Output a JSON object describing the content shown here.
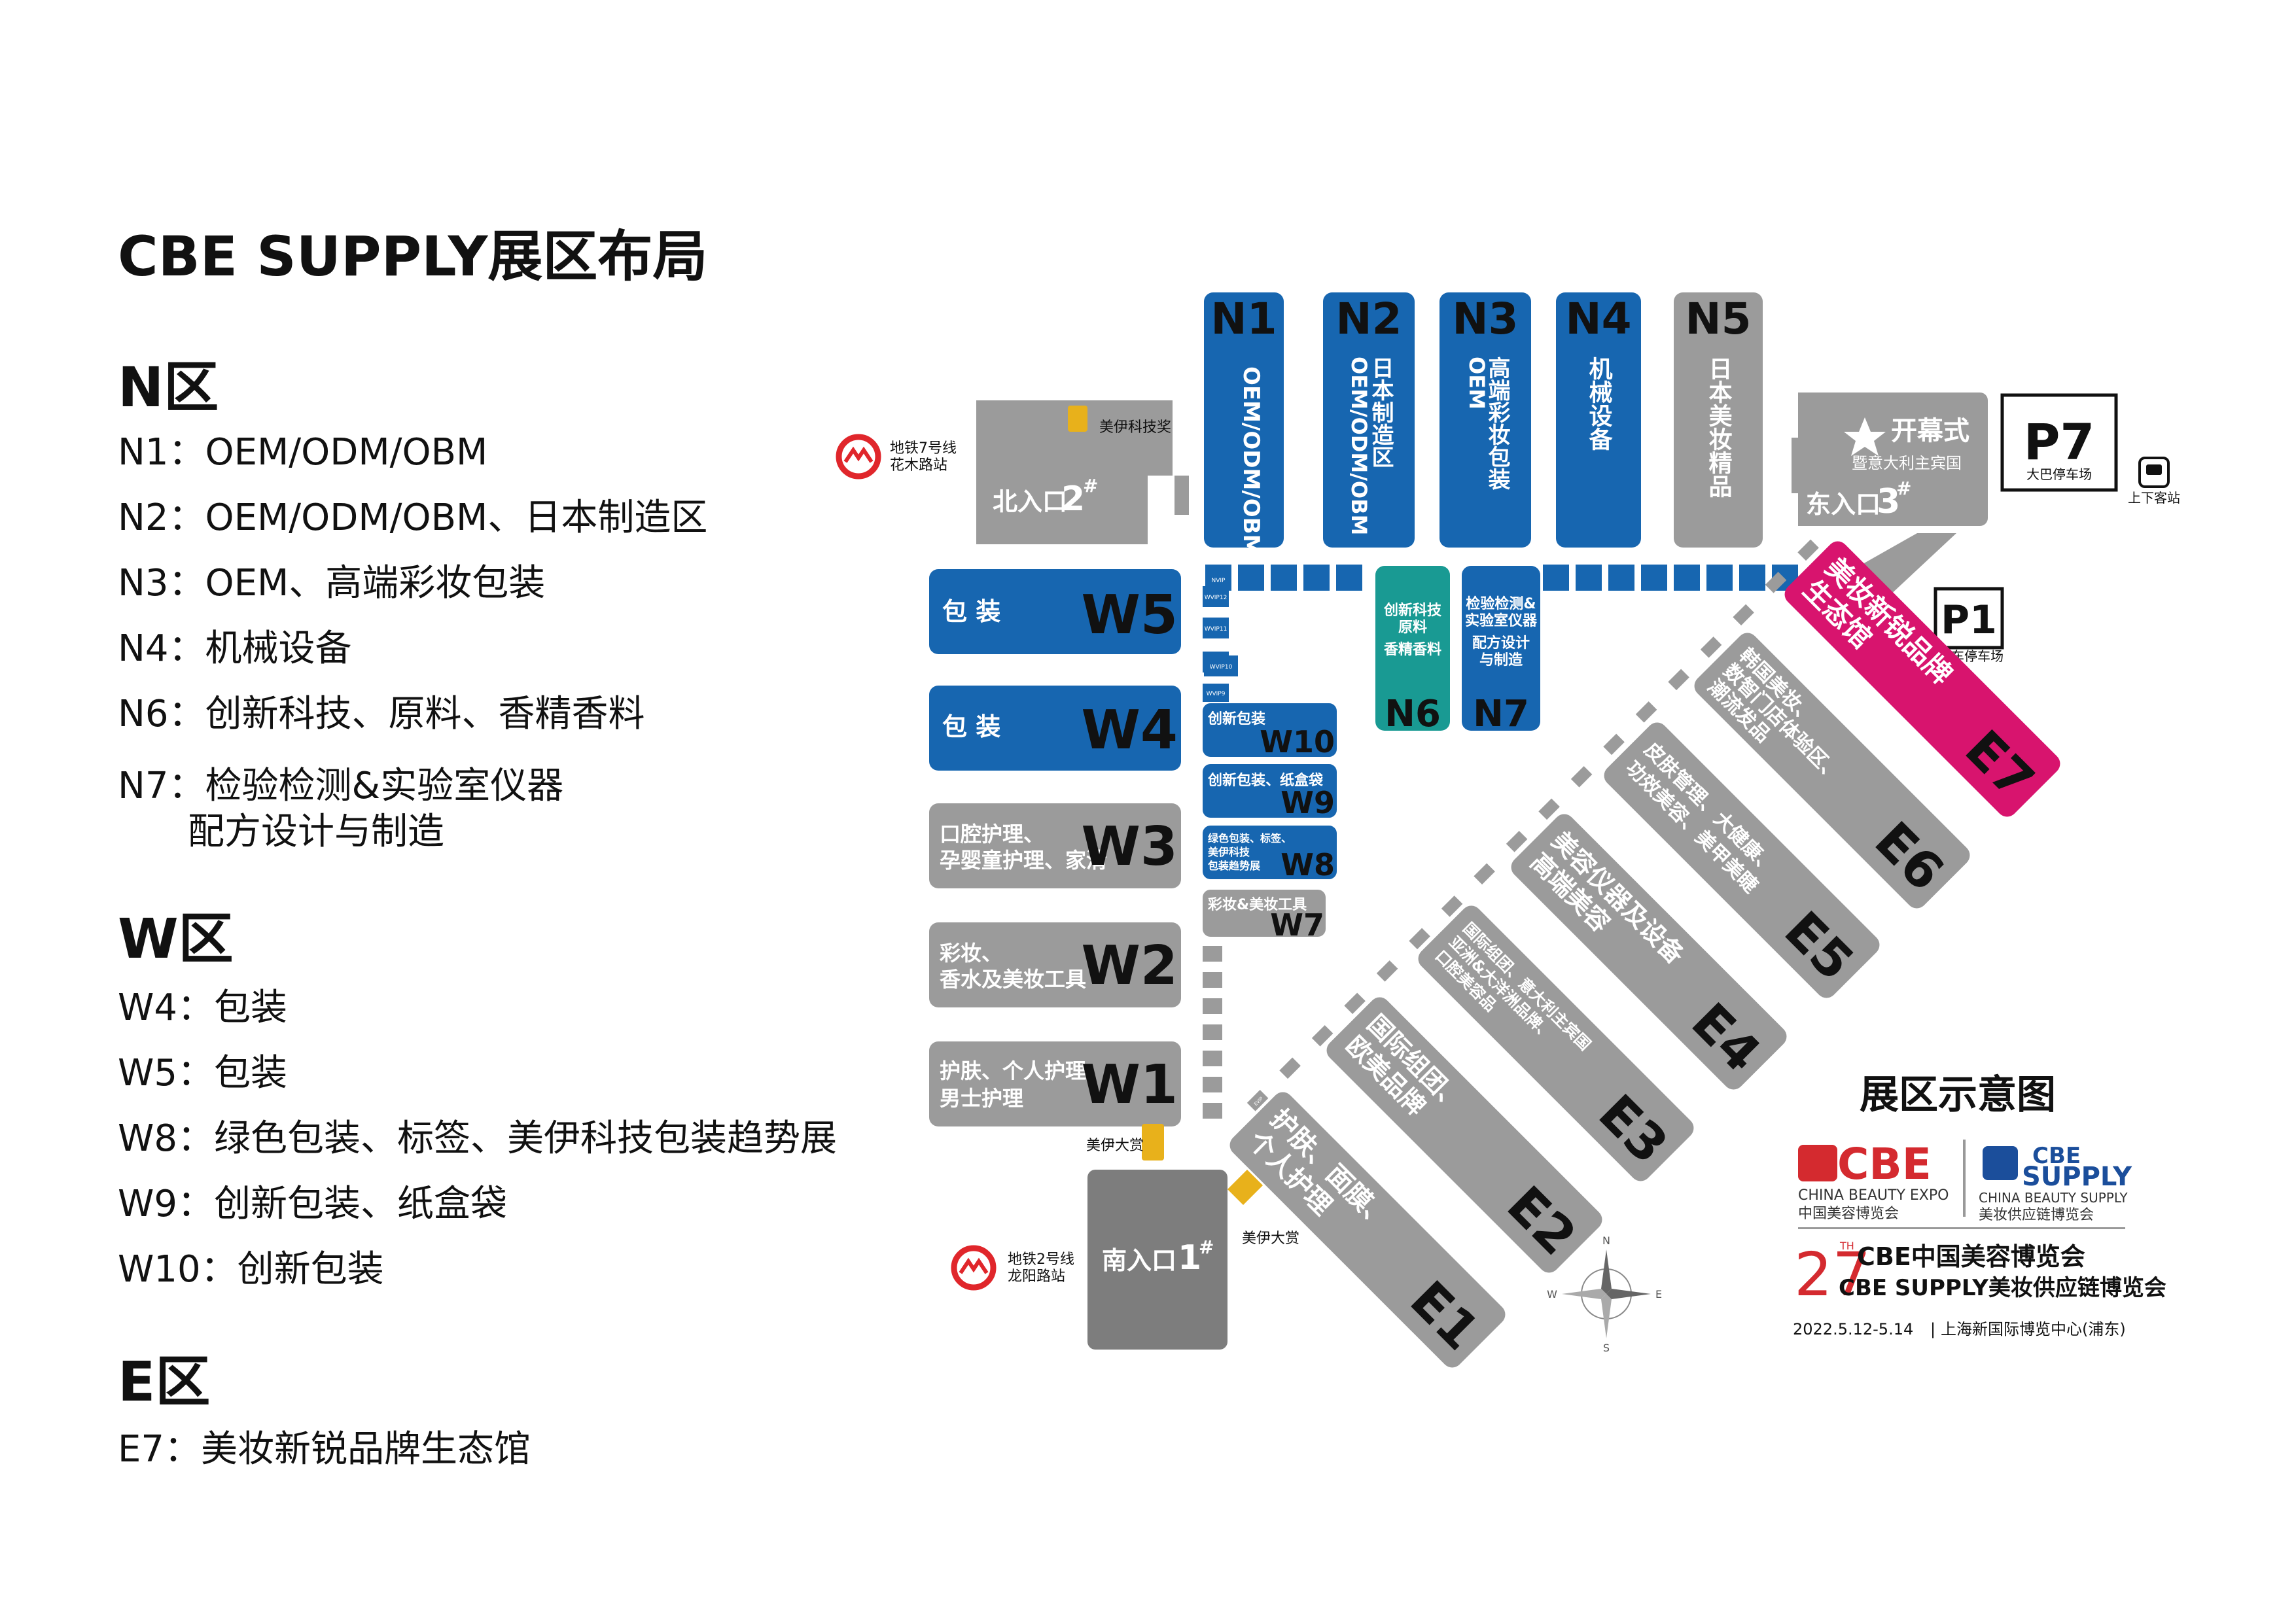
{
  "legend": {
    "title": "CBE SUPPLY展区布局",
    "n_head": "N区",
    "n_items": [
      "N1：OEM/ODM/OBM",
      "N2：OEM/ODM/OBM、日本制造区",
      "N3：OEM、高端彩妆包装",
      "N4：机械设备",
      "N6：创新科技、原料、香精香料",
      "N7：检验检测&实验室仪器"
    ],
    "n7_cont": "配方设计与制造",
    "w_head": "W区",
    "w_items": [
      "W4：包装",
      "W5：包装",
      "W8：绿色包装、标签、美伊科技包装趋势展",
      "W9：创新包装、纸盒袋",
      "W10：创新包装"
    ],
    "e_head": "E区",
    "e_items": [
      "E7：美妆新锐品牌生态馆"
    ]
  },
  "colors": {
    "blue": "#1766b0",
    "gray": "#9b9b9b",
    "dark_gray": "#7d7d7d",
    "teal": "#199a93",
    "magenta": "#d8146e",
    "gold": "#e8b11b",
    "red": "#e0262b",
    "cbe_red": "#d42a2f",
    "supply_blue": "#1b4e9b"
  },
  "halls": {
    "N1": {
      "code": "N1",
      "desc": "OEM/ODM/OBM"
    },
    "N2": {
      "code": "N2",
      "desc1": "日本制造区",
      "desc2": "OEM/ODM/OBM"
    },
    "N3": {
      "code": "N3",
      "desc1": "高端彩妆包装",
      "desc2": "OEM"
    },
    "N4": {
      "code": "N4",
      "desc": "机械设备"
    },
    "N5": {
      "code": "N5",
      "desc": "日本美妆精品"
    },
    "N6": {
      "code": "N6",
      "l1": "创新科技",
      "l2": "原料",
      "l3": "香精香料"
    },
    "N7": {
      "code": "N7",
      "l1": "检验检测&",
      "l2": "实验室仪器",
      "l3": "配方设计",
      "l4": "与制造"
    },
    "W5": {
      "code": "W5",
      "desc": "包 装"
    },
    "W4": {
      "code": "W4",
      "desc": "包 装"
    },
    "W3": {
      "code": "W3",
      "l1": "口腔护理、",
      "l2": "孕婴童护理、家清"
    },
    "W2": {
      "code": "W2",
      "l1": "彩妆、",
      "l2": "香水及美妆工具"
    },
    "W1": {
      "code": "W1",
      "l1": "护肤、个人护理",
      "l2": "男士护理"
    },
    "W10": {
      "code": "W10",
      "desc": "创新包装"
    },
    "W9": {
      "code": "W9",
      "desc": "创新包装、纸盒袋"
    },
    "W8": {
      "code": "W8",
      "l1": "绿色包装、标签、",
      "l2": "美伊科技",
      "l3": "包装趋势展"
    },
    "W7": {
      "code": "W7",
      "desc": "彩妆&美妆工具"
    },
    "E1": {
      "code": "E1",
      "l1": "护肤、面膜、",
      "l2": "个人护理"
    },
    "E2": {
      "code": "E2",
      "l1": "国际组团、",
      "l2": "欧美品牌"
    },
    "E3": {
      "code": "E3",
      "l1": "国际组团、意大利主宾国",
      "l2": "亚洲&大洋洲品牌、",
      "l3": "口腔美容品"
    },
    "E4": {
      "code": "E4",
      "l1": "美容仪器及设备",
      "l2": "高端美容"
    },
    "E5": {
      "code": "E5",
      "l1": "皮肤管理、大健康、",
      "l2": "功效美容、美甲美睫"
    },
    "E6": {
      "code": "E6",
      "l1": "韩国美妆、",
      "l2": "数智门店体验区、",
      "l3": "潮流发品"
    },
    "E7": {
      "code": "E7",
      "l1": "美妆新锐品牌",
      "l2": "生态馆"
    }
  },
  "entrances": {
    "north": {
      "label": "北入口",
      "num": "2",
      "mark": "#",
      "award": "美伊科技奖"
    },
    "east": {
      "label": "东入口",
      "num": "3",
      "mark": "#",
      "opening": "开幕式",
      "guest": "暨意大利主宾国"
    },
    "south": {
      "label": "南入口",
      "num": "1",
      "mark": "#",
      "award1": "美伊大赏",
      "award2": "美伊大赏"
    }
  },
  "metro": {
    "line7": {
      "l1": "地铁7号线",
      "l2": "花木路站"
    },
    "line2": {
      "l1": "地铁2号线",
      "l2": "龙阳路站"
    }
  },
  "parking": {
    "p7": {
      "code": "P7",
      "desc": "大巴停车场"
    },
    "p1": {
      "code": "P1",
      "desc": "小车停车场"
    },
    "bus": {
      "desc": "上下客站"
    }
  },
  "vip": {
    "wvip12": "WVIP12",
    "wvip11": "WVIP11",
    "wvip10": "WVIP10",
    "wvip9": "WVIP9",
    "nvip": "NVIP",
    "evip": "EVIP"
  },
  "compass": {
    "n": "N",
    "s": "S",
    "e": "E",
    "w": "W"
  },
  "branding": {
    "heading": "展区示意图",
    "cbe_logo": "CBE",
    "cbe_en": "CHINA BEAUTY EXPO",
    "cbe_cn": "中国美容博览会",
    "supply_logo1": "CBE",
    "supply_logo2": "SUPPLY",
    "supply_en": "CHINA BEAUTY SUPPLY",
    "supply_cn": "美妆供应链博览会",
    "edition": "27",
    "edition_sup": "TH",
    "line1": "CBE中国美容博览会",
    "line2": "CBE SUPPLY美妆供应链博览会",
    "date": "2022.5.12-5.14",
    "venue": "上海新国际博览中心(浦东)"
  }
}
